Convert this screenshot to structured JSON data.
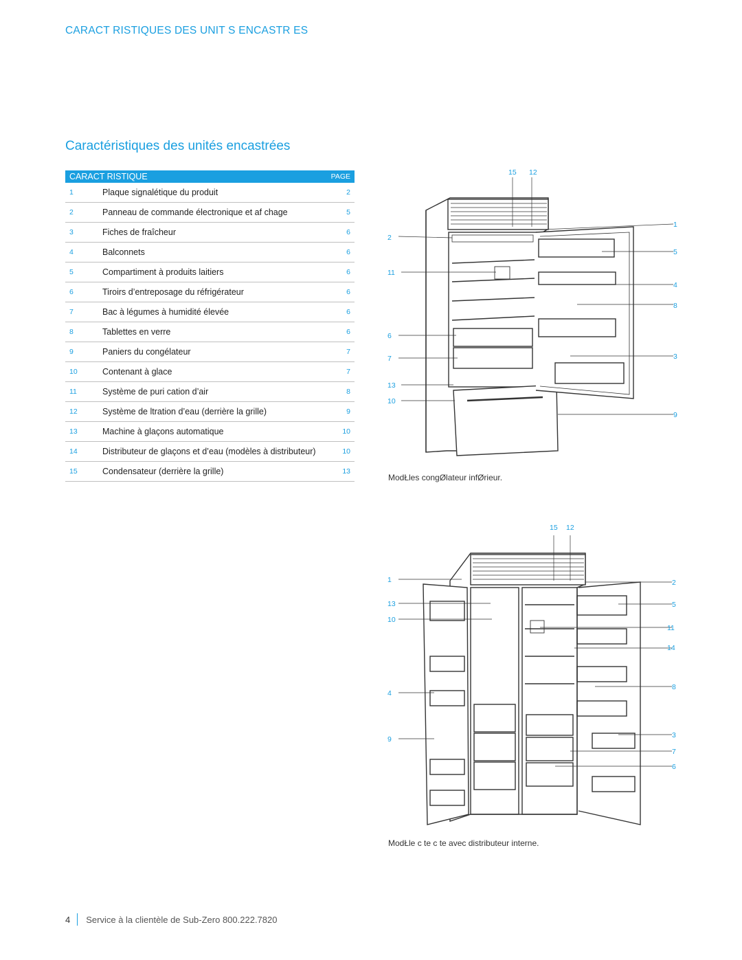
{
  "header": {
    "title": "CARACT RISTIQUES DES UNIT S ENCASTR ES"
  },
  "section": {
    "title": "Caractéristiques des unités encastrées"
  },
  "table": {
    "col_feature": "CARACT RISTIQUE",
    "col_page": "PAGE",
    "rows": [
      {
        "num": "1",
        "label": "Plaque signalétique du produit",
        "page": "2"
      },
      {
        "num": "2",
        "label": "Panneau de commande électronique et af chage",
        "page": "5"
      },
      {
        "num": "3",
        "label": "Fiches de fraîcheur",
        "page": "6"
      },
      {
        "num": "4",
        "label": "Balconnets",
        "page": "6"
      },
      {
        "num": "5",
        "label": "Compartiment à produits laitiers",
        "page": "6"
      },
      {
        "num": "6",
        "label": "Tiroirs d’entreposage du réfrigérateur",
        "page": "6"
      },
      {
        "num": "7",
        "label": "Bac à légumes à humidité élevée",
        "page": "6"
      },
      {
        "num": "8",
        "label": "Tablettes en verre",
        "page": "6"
      },
      {
        "num": "9",
        "label": "Paniers du congélateur",
        "page": "7"
      },
      {
        "num": "10",
        "label": "Contenant à glace",
        "page": "7"
      },
      {
        "num": "11",
        "label": "Système de puri cation d’air",
        "page": "8"
      },
      {
        "num": "12",
        "label": "Système de ltration d’eau (derrière la grille)",
        "page": "9"
      },
      {
        "num": "13",
        "label": "Machine à glaçons automatique",
        "page": "10"
      },
      {
        "num": "14",
        "label": "Distributeur de glaçons et d’eau (modèles à distributeur)",
        "page": "10"
      },
      {
        "num": "15",
        "label": "Condensateur (derrière la grille)",
        "page": "13"
      }
    ]
  },
  "diagram_top": {
    "caption": "ModŁles congØlateur infØrieur.",
    "callouts": {
      "c15": "15",
      "c12": "12",
      "c1": "1",
      "c2": "2",
      "c5": "5",
      "c11": "11",
      "c4": "4",
      "c8": "8",
      "c6": "6",
      "c7": "7",
      "c3": "3",
      "c13": "13",
      "c10": "10",
      "c9": "9"
    }
  },
  "diagram_bottom": {
    "caption": "ModŁle c te c te avec distributeur interne.",
    "callouts": {
      "c15": "15",
      "c12": "12",
      "c1": "1",
      "c2": "2",
      "c13": "13",
      "c5": "5",
      "c10": "10",
      "c11": "11",
      "c14": "14",
      "c4": "4",
      "c8": "8",
      "c9": "9",
      "c3": "3",
      "c7": "7",
      "c6": "6"
    }
  },
  "footer": {
    "page_number": "4",
    "text": "Service à la clientèle de Sub-Zero 800.222.7820"
  }
}
